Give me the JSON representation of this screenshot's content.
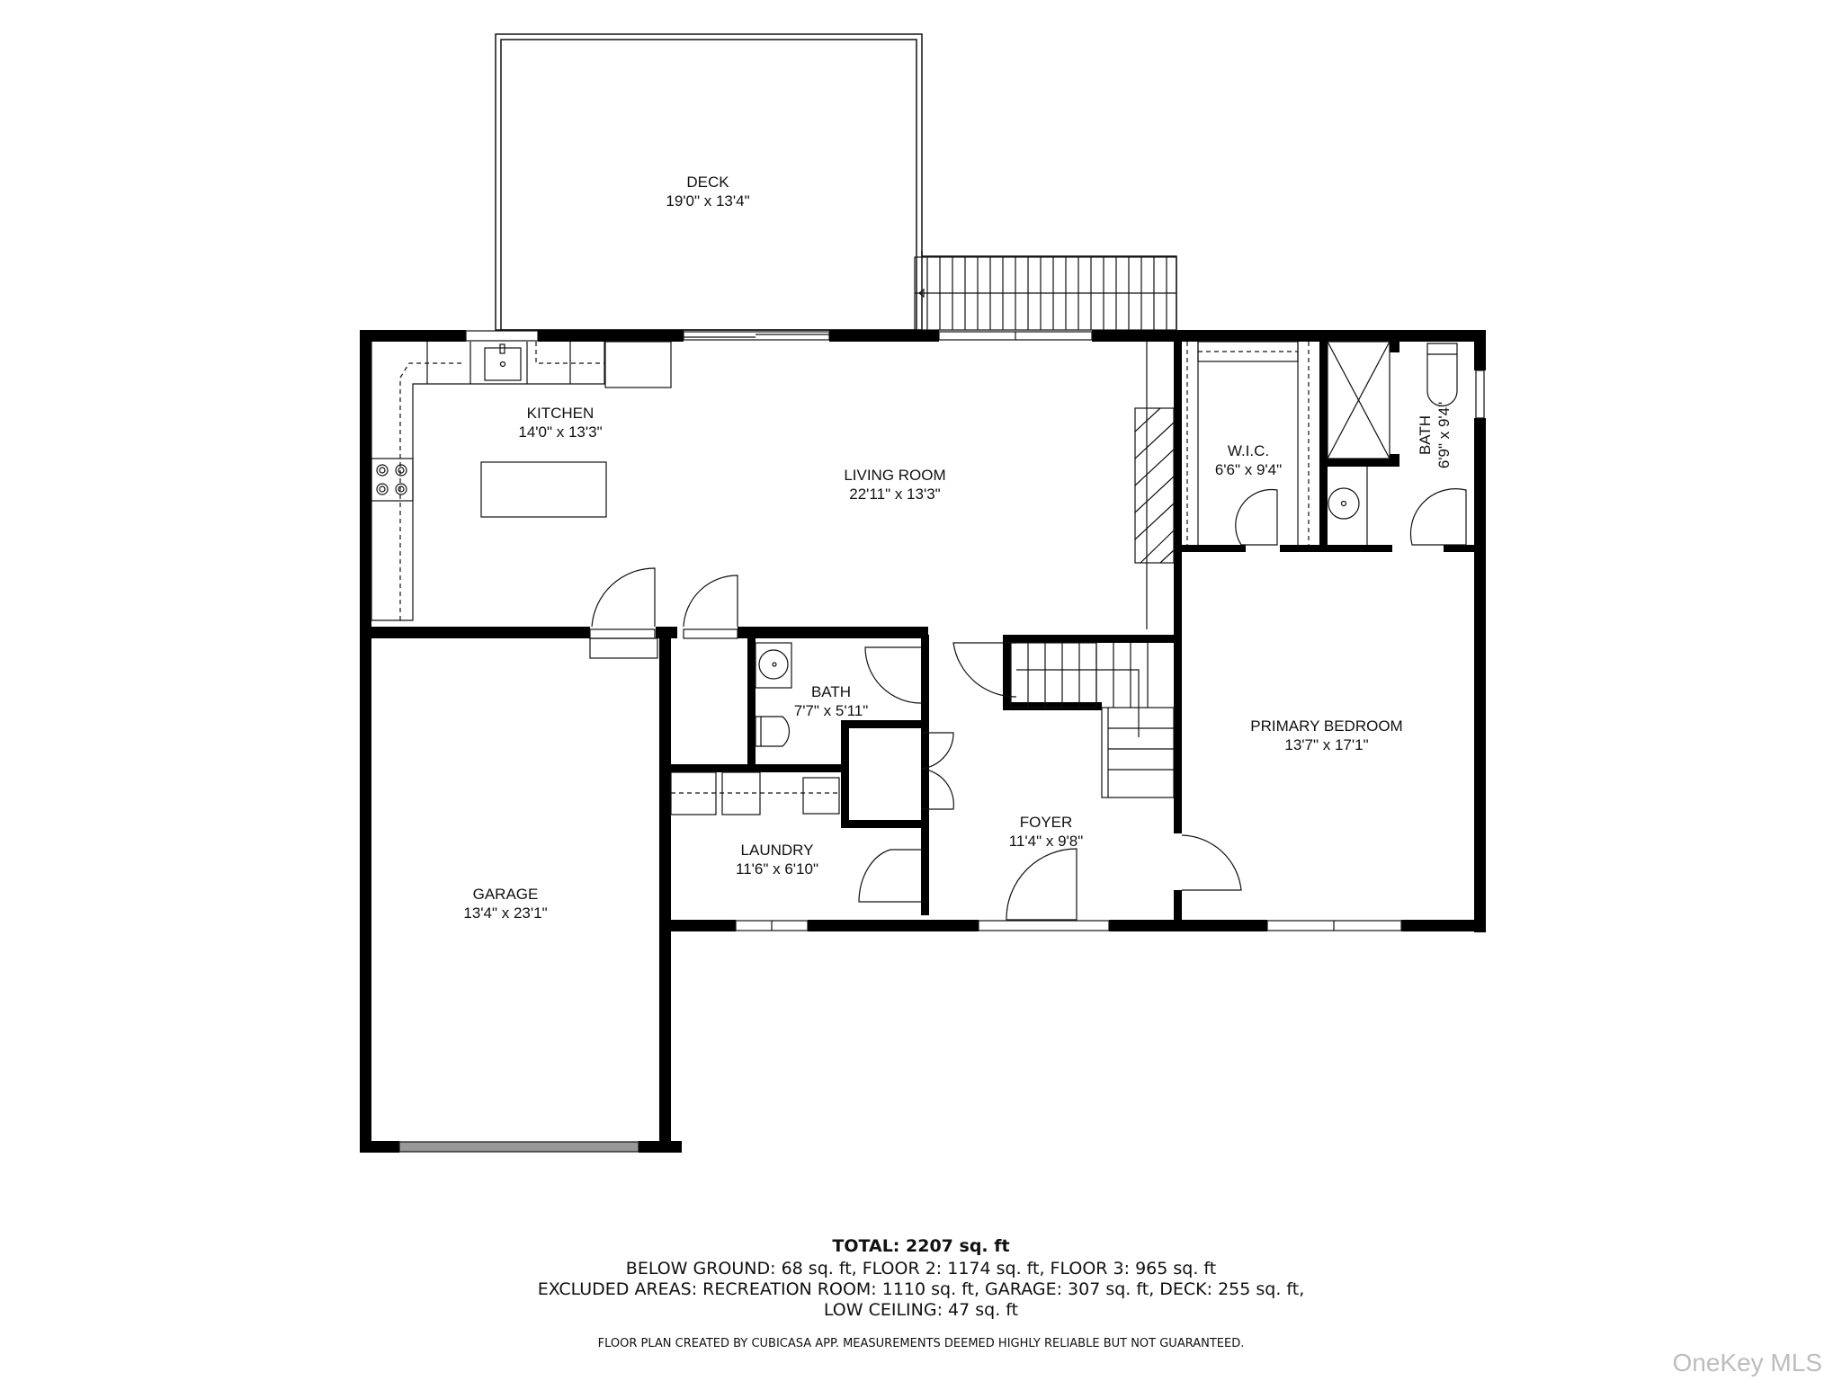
{
  "floorplan": {
    "rooms": [
      {
        "id": "deck",
        "name": "DECK",
        "dimensions": "19'0\" x 13'4\""
      },
      {
        "id": "kitchen",
        "name": "KITCHEN",
        "dimensions": "14'0\" x 13'3\""
      },
      {
        "id": "living_room",
        "name": "LIVING ROOM",
        "dimensions": "22'11\" x 13'3\""
      },
      {
        "id": "wic",
        "name": "W.I.C.",
        "dimensions": "6'6\" x 9'4\""
      },
      {
        "id": "primary_bath",
        "name": "BATH",
        "dimensions": "6'9\" x 9'4\""
      },
      {
        "id": "bath",
        "name": "BATH",
        "dimensions": "7'7\" x 5'11\""
      },
      {
        "id": "primary_bedroom",
        "name": "PRIMARY BEDROOM",
        "dimensions": "13'7\" x 17'1\""
      },
      {
        "id": "laundry",
        "name": "LAUNDRY",
        "dimensions": "11'6\" x 6'10\""
      },
      {
        "id": "foyer",
        "name": "FOYER",
        "dimensions": "11'4\" x 9'8\""
      },
      {
        "id": "garage",
        "name": "GARAGE",
        "dimensions": "13'4\" x 23'1\""
      }
    ],
    "icons": [
      "stove-icon",
      "sink-icon",
      "toilet-icon",
      "shower-icon",
      "stairs-icon",
      "door-swing-icon",
      "window-icon",
      "fireplace-icon"
    ]
  },
  "summary": {
    "total": "TOTAL: 2207 sq. ft",
    "line1": "BELOW GROUND: 68 sq. ft, FLOOR 2: 1174 sq. ft, FLOOR 3: 965 sq. ft",
    "line2": "EXCLUDED AREAS: RECREATION ROOM: 1110 sq. ft, GARAGE: 307 sq. ft, DECK: 255 sq. ft,",
    "line3": "LOW CEILING: 47 sq. ft",
    "disclaimer": "FLOOR PLAN CREATED BY CUBICASA APP. MEASUREMENTS DEEMED HIGHLY RELIABLE BUT NOT GUARANTEED."
  },
  "watermark": "OneKey MLS"
}
